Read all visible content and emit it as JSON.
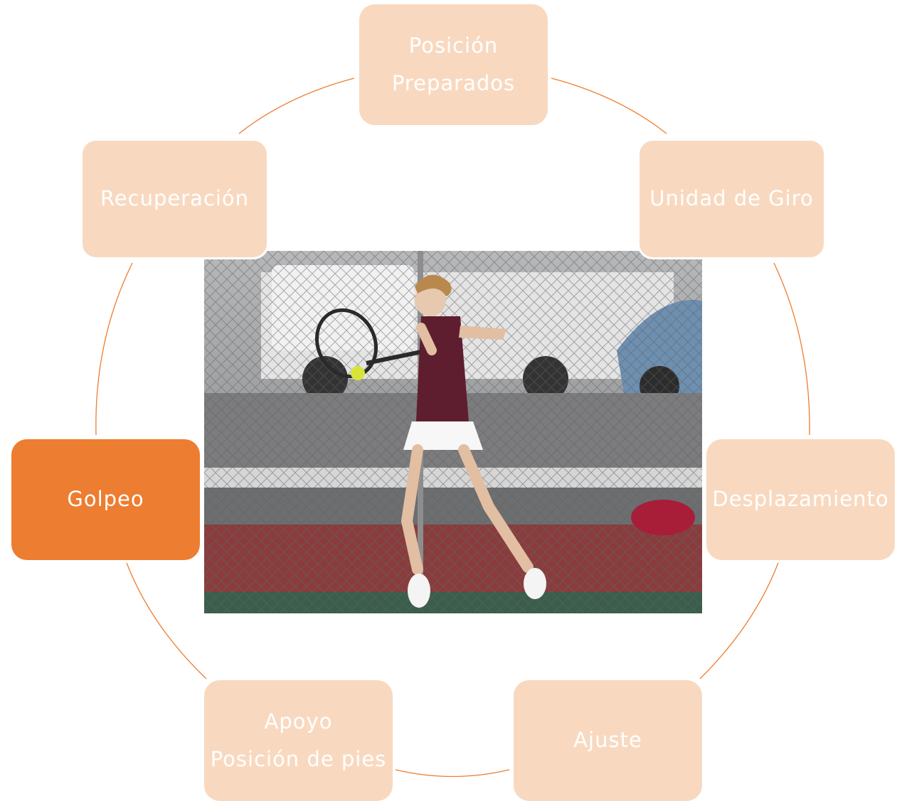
{
  "diagram": {
    "accent_color": "#ed7d31",
    "node_fill_light": "#f8d9c0",
    "ring_color": "#ed7d31",
    "center_image": "tennis-player-forehand-photo",
    "nodes": [
      {
        "id": "posicion",
        "lines": [
          "Posición",
          "Preparados"
        ],
        "active": false
      },
      {
        "id": "unidad",
        "lines": [
          "Unidad de Giro"
        ],
        "active": false
      },
      {
        "id": "desplazamiento",
        "lines": [
          "Desplazamiento"
        ],
        "active": false
      },
      {
        "id": "ajuste",
        "lines": [
          "Ajuste"
        ],
        "active": false
      },
      {
        "id": "apoyo",
        "lines": [
          "Apoyo",
          "Posición de pies"
        ],
        "active": false
      },
      {
        "id": "golpeo",
        "lines": [
          "Golpeo"
        ],
        "active": true
      },
      {
        "id": "recuperacion",
        "lines": [
          "Recuperación"
        ],
        "active": false
      }
    ]
  }
}
